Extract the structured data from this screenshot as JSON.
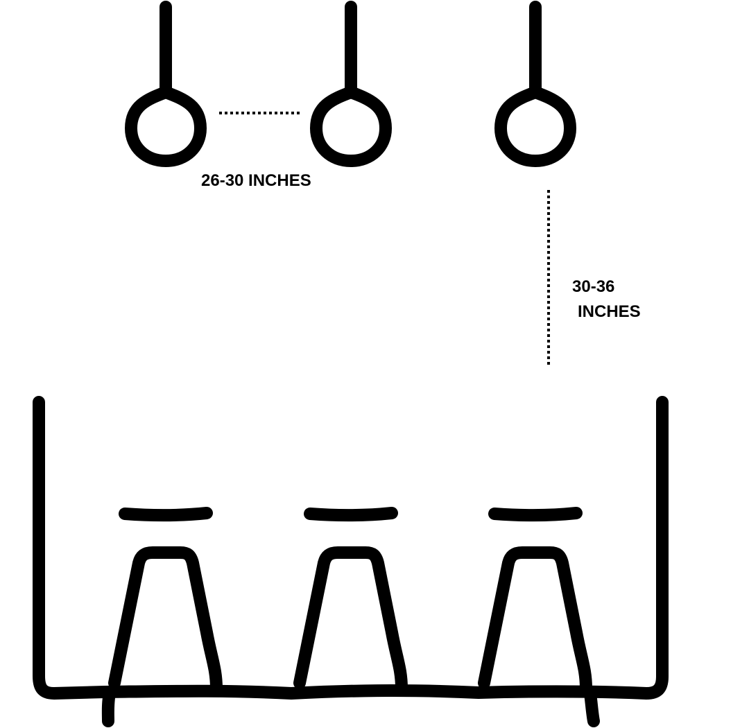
{
  "labels": {
    "pendant_spacing": "26-30 INCHES",
    "height_line1": "30-36",
    "height_line2": "INCHES"
  },
  "colors": {
    "ink": "#000000",
    "background": "#ffffff"
  },
  "icons": [
    "pendant-light-icon",
    "pendant-light-icon",
    "pendant-light-icon",
    "bar-stool-icon",
    "bar-stool-icon",
    "bar-stool-icon"
  ]
}
